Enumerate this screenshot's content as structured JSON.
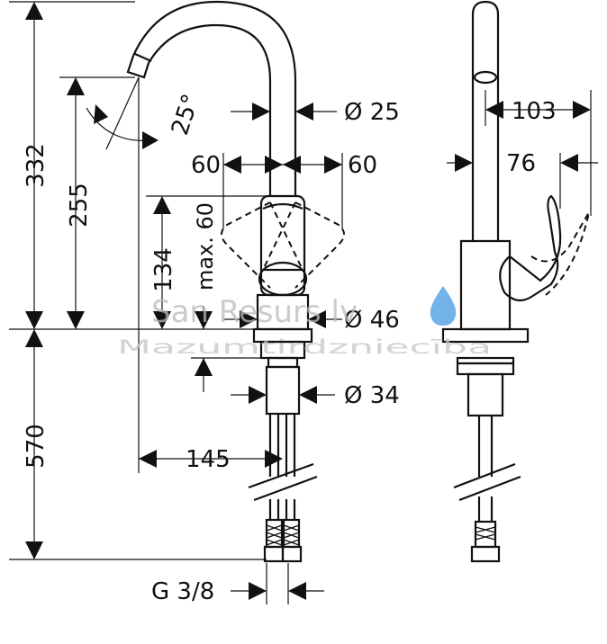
{
  "dimensions": {
    "total_height_upper": "332",
    "spout_height": "255",
    "spout_angle": "25°",
    "spout_diameter": "Ø 25",
    "handle_swing_left": "60",
    "handle_swing_right": "60",
    "lever_clearance": "max. 60",
    "lever_height": "134",
    "base_diameter": "Ø 46",
    "shank_diameter": "Ø 34",
    "spout_reach": "145",
    "lower_length": "570",
    "connection_thread": "G 3/8",
    "side_reach": "103",
    "side_lever": "76"
  },
  "watermark": {
    "brand": "San Resurs lv",
    "tagline": "Mazumtirdzniecība"
  },
  "colors": {
    "line": "#111111",
    "watermark_text": "#b9b9b9",
    "watermark_drop": "#5aa6e6"
  }
}
